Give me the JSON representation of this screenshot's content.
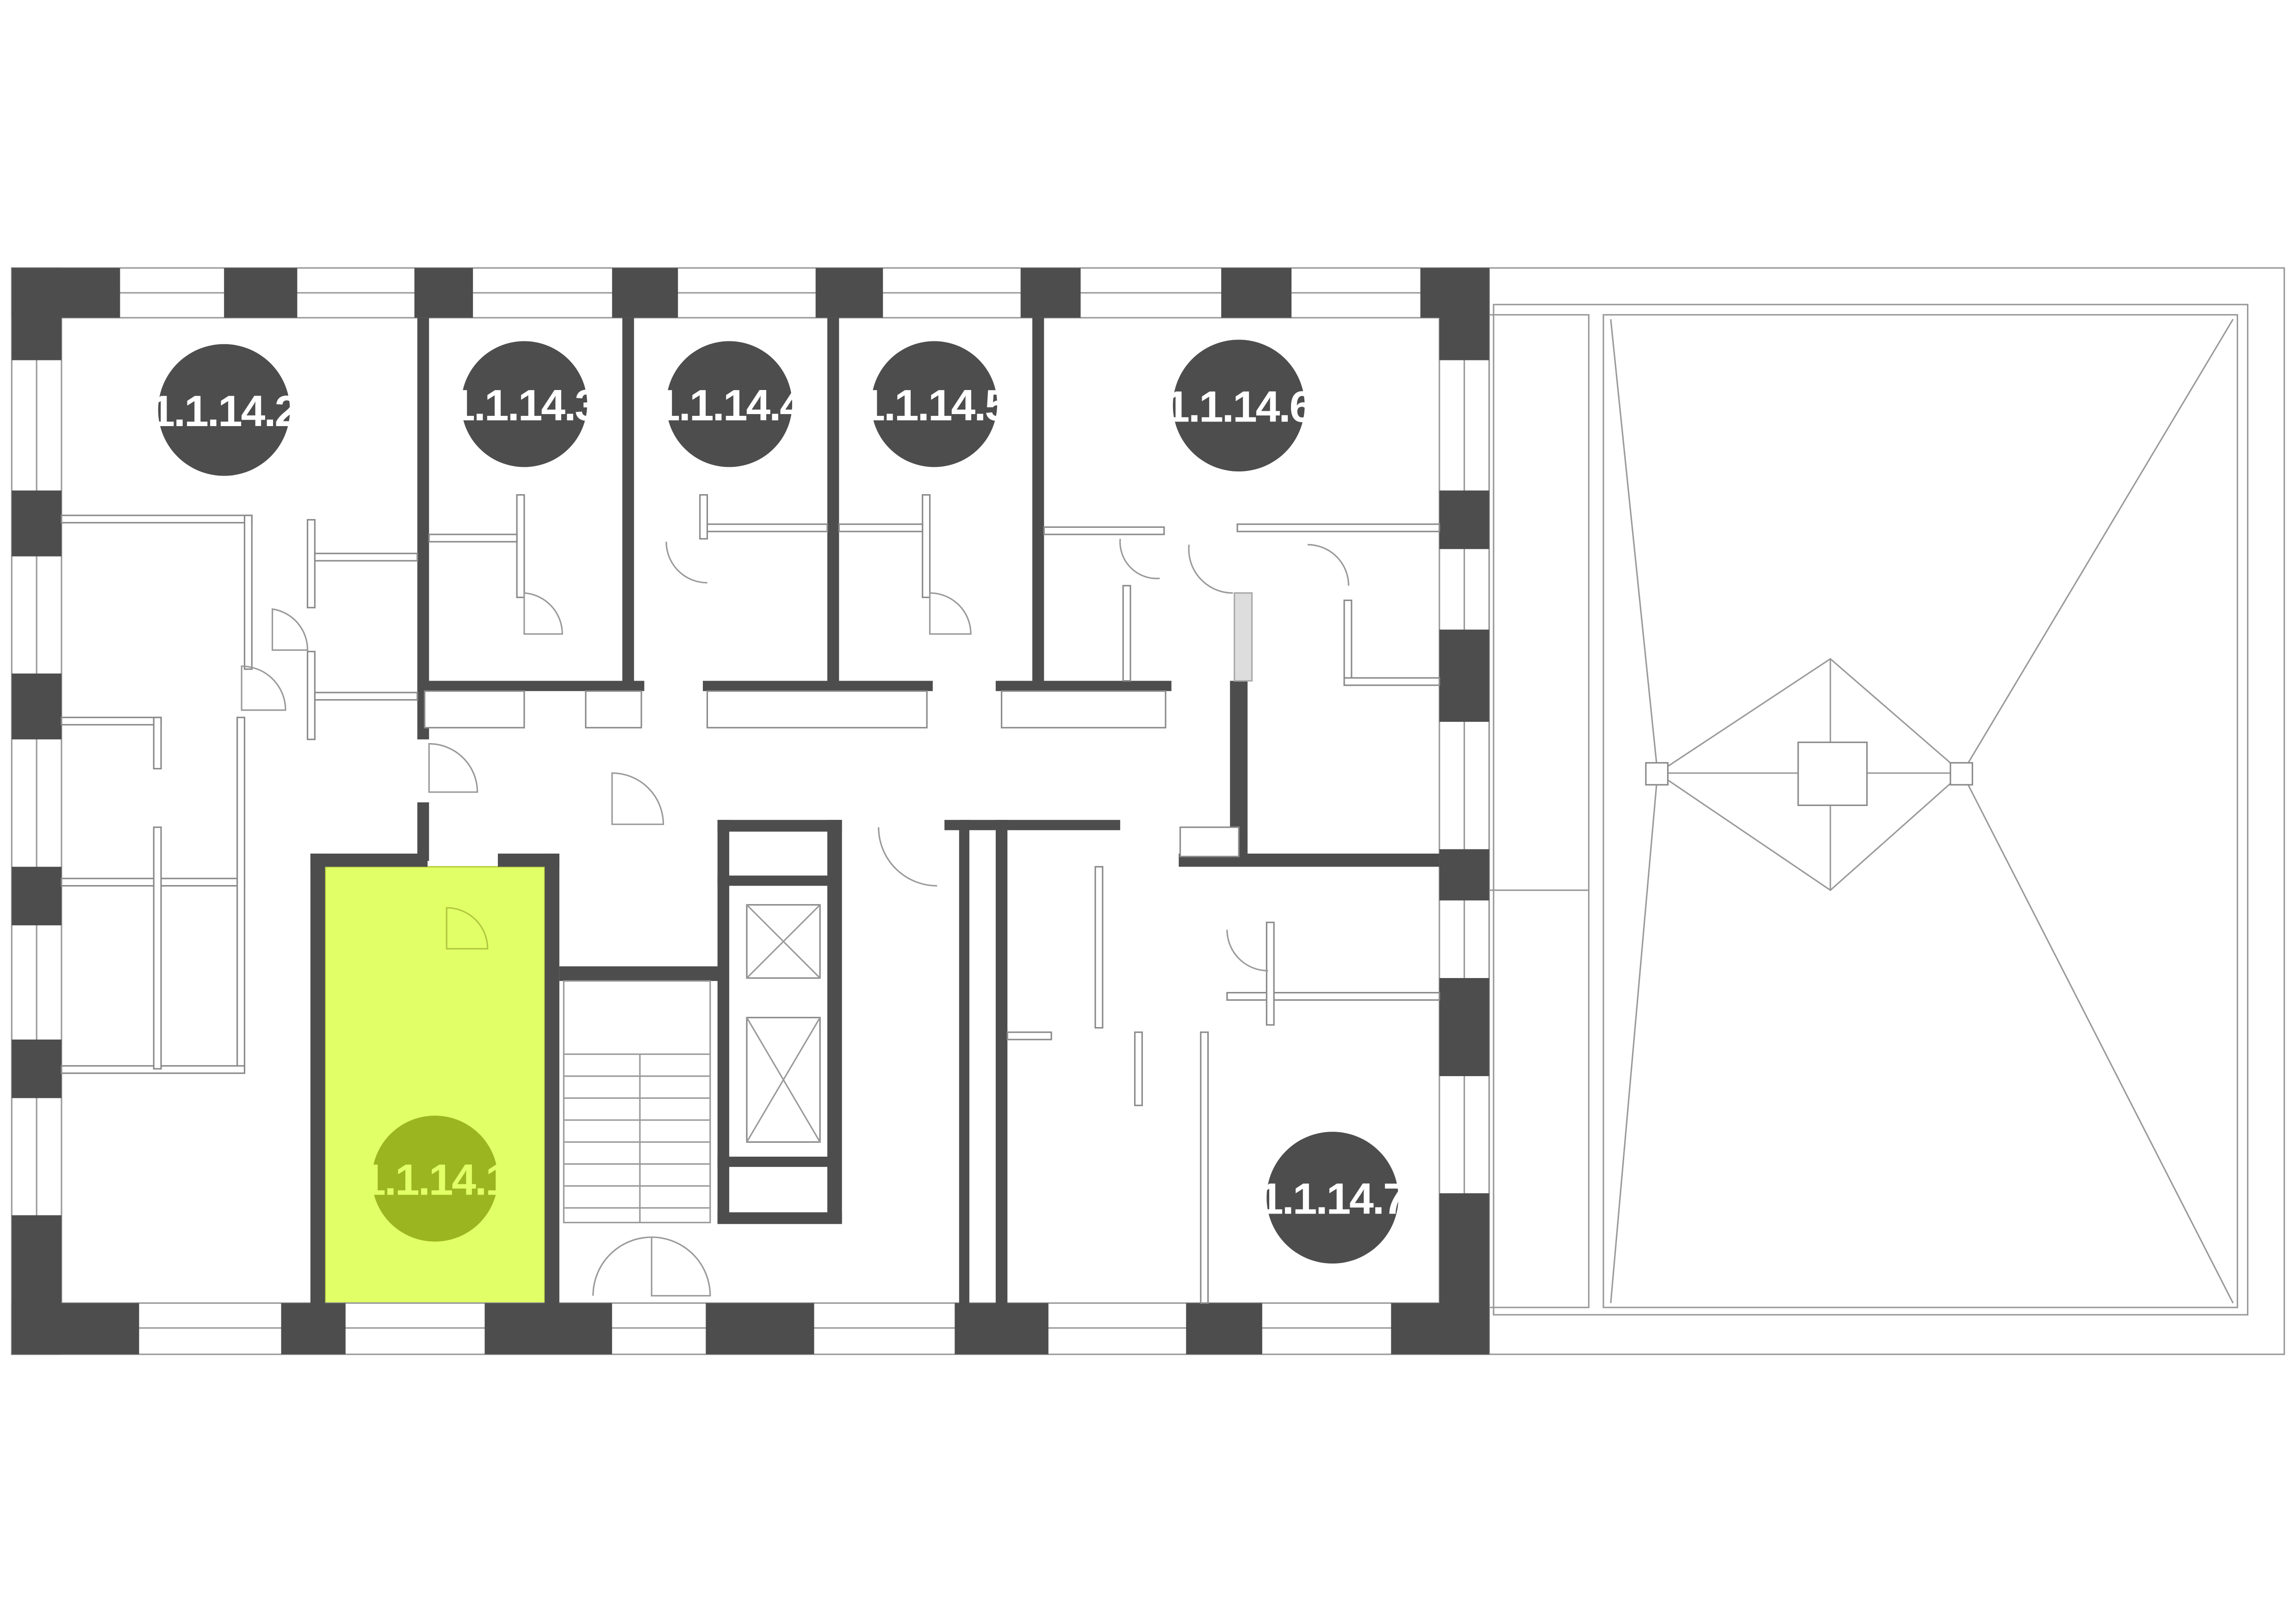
{
  "plan": {
    "colors": {
      "wall": "#4d4d4d",
      "selected_fill": "#e1ff66",
      "selected_badge": "#9ab520",
      "badge": "#4d4d4d"
    },
    "selected_unit": "1.1.14.1",
    "units": [
      {
        "id": "1.1.14.1",
        "selected": true
      },
      {
        "id": "1.1.14.2",
        "selected": false
      },
      {
        "id": "1.1.14.3",
        "selected": false
      },
      {
        "id": "1.1.14.4",
        "selected": false
      },
      {
        "id": "1.1.14.5",
        "selected": false
      },
      {
        "id": "1.1.14.6",
        "selected": false
      },
      {
        "id": "1.1.14.7",
        "selected": false
      }
    ]
  }
}
